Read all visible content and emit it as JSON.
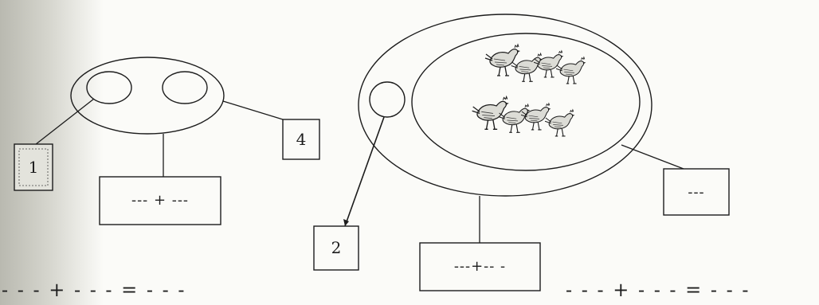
{
  "left_diagram": {
    "count_box_left": "1",
    "count_box_right": "4",
    "addition_box": "--- + ---"
  },
  "right_diagram": {
    "count_box_small_set": "2",
    "count_box_chickens": "---",
    "addition_box": "---+-- -"
  },
  "equations": {
    "left": "- - - + - - - = - - -",
    "right": "- - - + - - - = - - -"
  },
  "colors": {
    "ink": "#1c1c1c",
    "paper": "#fbfbf8",
    "scan_shadow": "#c8c8c0"
  }
}
